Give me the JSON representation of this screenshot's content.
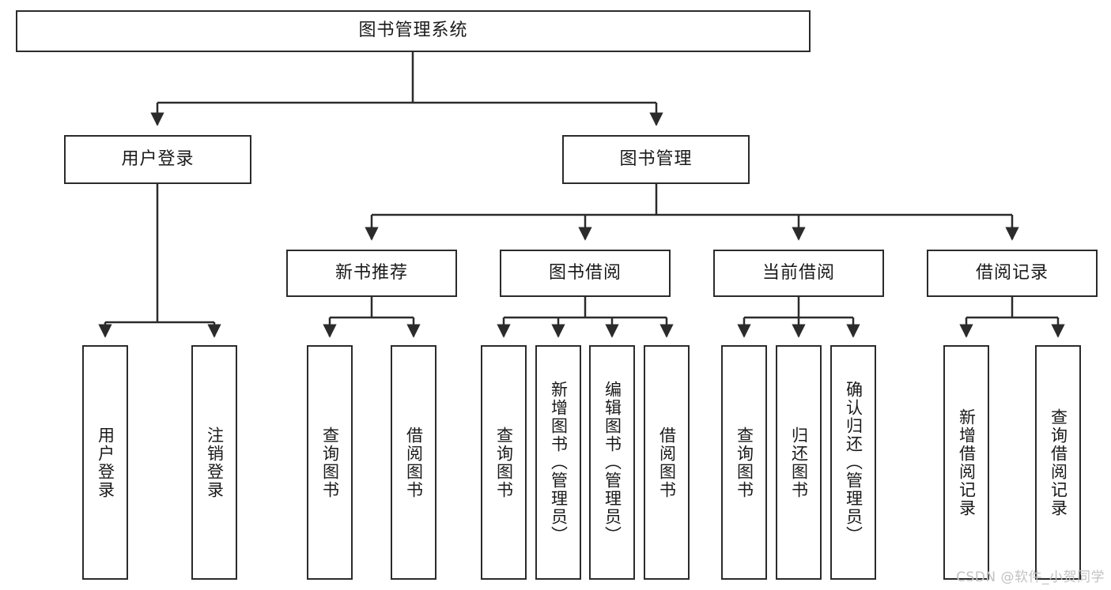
{
  "diagram": {
    "type": "tree-hierarchy",
    "title": "图书管理系统",
    "orientation": "top-down",
    "line_color": "#2b2b2b",
    "box_fill": "#ffffff",
    "text_color": "#1a1a1a",
    "levels": [
      {
        "level": 1,
        "nodes": [
          {
            "id": "root",
            "label": "图书管理系统",
            "text_direction": "horizontal"
          }
        ]
      },
      {
        "level": 2,
        "nodes": [
          {
            "id": "login",
            "label": "用户登录",
            "text_direction": "horizontal",
            "parent": "root"
          },
          {
            "id": "bookmgmt",
            "label": "图书管理",
            "text_direction": "horizontal",
            "parent": "root"
          }
        ]
      },
      {
        "level": 3,
        "nodes": [
          {
            "id": "newbook",
            "label": "新书推荐",
            "text_direction": "horizontal",
            "parent": "bookmgmt"
          },
          {
            "id": "borrow",
            "label": "图书借阅",
            "text_direction": "horizontal",
            "parent": "bookmgmt"
          },
          {
            "id": "current",
            "label": "当前借阅",
            "text_direction": "horizontal",
            "parent": "bookmgmt"
          },
          {
            "id": "records",
            "label": "借阅记录",
            "text_direction": "horizontal",
            "parent": "bookmgmt"
          }
        ]
      },
      {
        "level": 4,
        "nodes": [
          {
            "id": "leaf1",
            "label": "用户登录",
            "text_direction": "vertical",
            "parent": "login"
          },
          {
            "id": "leaf2",
            "label": "注销登录",
            "text_direction": "vertical",
            "parent": "login"
          },
          {
            "id": "leaf3",
            "label": "查询图书",
            "text_direction": "vertical",
            "parent": "newbook"
          },
          {
            "id": "leaf4",
            "label": "借阅图书",
            "text_direction": "vertical",
            "parent": "newbook"
          },
          {
            "id": "leaf5",
            "label": "查询图书",
            "text_direction": "vertical",
            "parent": "borrow"
          },
          {
            "id": "leaf6",
            "label": "新增图书（管理员）",
            "text_direction": "vertical",
            "parent": "borrow"
          },
          {
            "id": "leaf7",
            "label": "编辑图书（管理员）",
            "text_direction": "vertical",
            "parent": "borrow"
          },
          {
            "id": "leaf8",
            "label": "借阅图书",
            "text_direction": "vertical",
            "parent": "borrow"
          },
          {
            "id": "leaf9",
            "label": "查询图书",
            "text_direction": "vertical",
            "parent": "current"
          },
          {
            "id": "leaf10",
            "label": "归还图书",
            "text_direction": "vertical",
            "parent": "current"
          },
          {
            "id": "leaf11",
            "label": "确认归还（管理员）",
            "text_direction": "vertical",
            "parent": "current"
          },
          {
            "id": "leaf12",
            "label": "新增借阅记录",
            "text_direction": "vertical",
            "parent": "records"
          },
          {
            "id": "leaf13",
            "label": "查询借阅记录",
            "text_direction": "vertical",
            "parent": "records"
          }
        ]
      }
    ]
  },
  "watermark": {
    "text": "CSDN @软件_小贺同学"
  }
}
